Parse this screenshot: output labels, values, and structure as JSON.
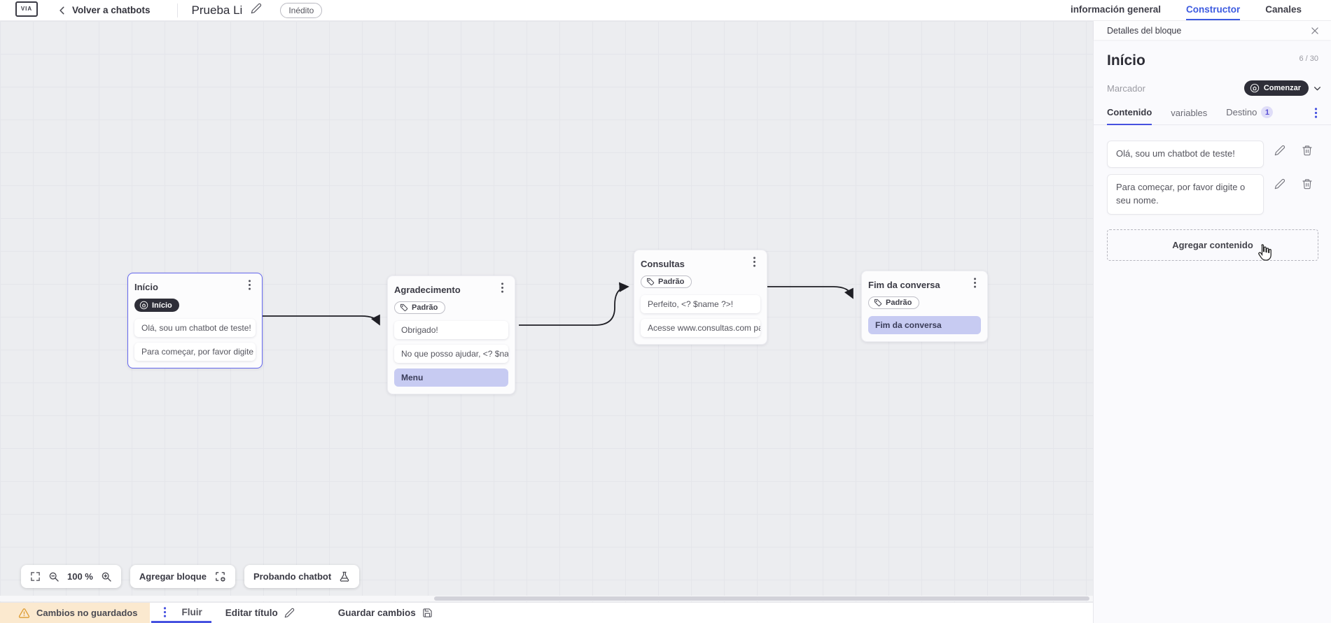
{
  "header": {
    "logo_text": "VIA",
    "back_label": "Volver a chatbots",
    "title": "Prueba Li",
    "status_badge": "Inédito",
    "tabs": [
      {
        "label": "información general",
        "active": false
      },
      {
        "label": "Constructor",
        "active": true
      },
      {
        "label": "Canales",
        "active": false
      }
    ]
  },
  "canvas": {
    "controls": {
      "zoom_level": "100 %",
      "add_block_label": "Agregar bloque",
      "test_chatbot_label": "Probando chatbot"
    },
    "blocks": [
      {
        "title": "Início",
        "badge": "Início",
        "badge_style": "start-dark",
        "selected": true,
        "rows": [
          {
            "text": "Olá, sou um chatbot de teste!",
            "highlight": false
          },
          {
            "text": "Para começar, por favor digite o ...",
            "highlight": false
          }
        ]
      },
      {
        "title": "Agradecimento",
        "badge": "Padrão",
        "badge_style": "outline-tag",
        "selected": false,
        "rows": [
          {
            "text": "Obrigado!",
            "highlight": false
          },
          {
            "text": "No que posso ajudar, <? $name ...",
            "highlight": false
          },
          {
            "text": "Menu",
            "highlight": true
          }
        ]
      },
      {
        "title": "Consultas",
        "badge": "Padrão",
        "badge_style": "outline-tag",
        "selected": false,
        "rows": [
          {
            "text": "Perfeito, <? $name ?>!",
            "highlight": false
          },
          {
            "text": "Acesse www.consultas.com par...",
            "highlight": false
          }
        ]
      },
      {
        "title": "Fim da conversa",
        "badge": "Padrão",
        "badge_style": "outline-tag",
        "selected": false,
        "rows": [
          {
            "text": "Fim da conversa",
            "highlight": true
          }
        ]
      }
    ]
  },
  "panel": {
    "header": "Detalles del bloque",
    "block_title": "Início",
    "title_counter": "6 / 30",
    "marker_label": "Marcador",
    "marker_value": "Comenzar",
    "tabs": [
      {
        "label": "Contenido",
        "active": true
      },
      {
        "label": "variables",
        "active": false
      },
      {
        "label": "Destino",
        "active": false,
        "badge": "1"
      }
    ],
    "contents": [
      {
        "text": "Olá, sou um chatbot de teste!"
      },
      {
        "text": "Para começar, por favor digite o seu nome."
      }
    ],
    "add_content_label": "Agregar contenido"
  },
  "footer": {
    "unsaved_label": "Cambios no guardados",
    "flow_tab_label": "Fluir",
    "edit_title_label": "Editar título",
    "save_label": "Guardar cambios"
  },
  "colors": {
    "accent_blue": "#3d5be0",
    "panel_accent": "#4752e0",
    "dark_pill": "#2e2e38",
    "highlight_row": "#c7cbf2",
    "selected_block_border": "#6568ee",
    "unsaved_bg": "#fbe9cf",
    "warning": "#dd9c33",
    "canvas_bg": "#ecedf0"
  }
}
